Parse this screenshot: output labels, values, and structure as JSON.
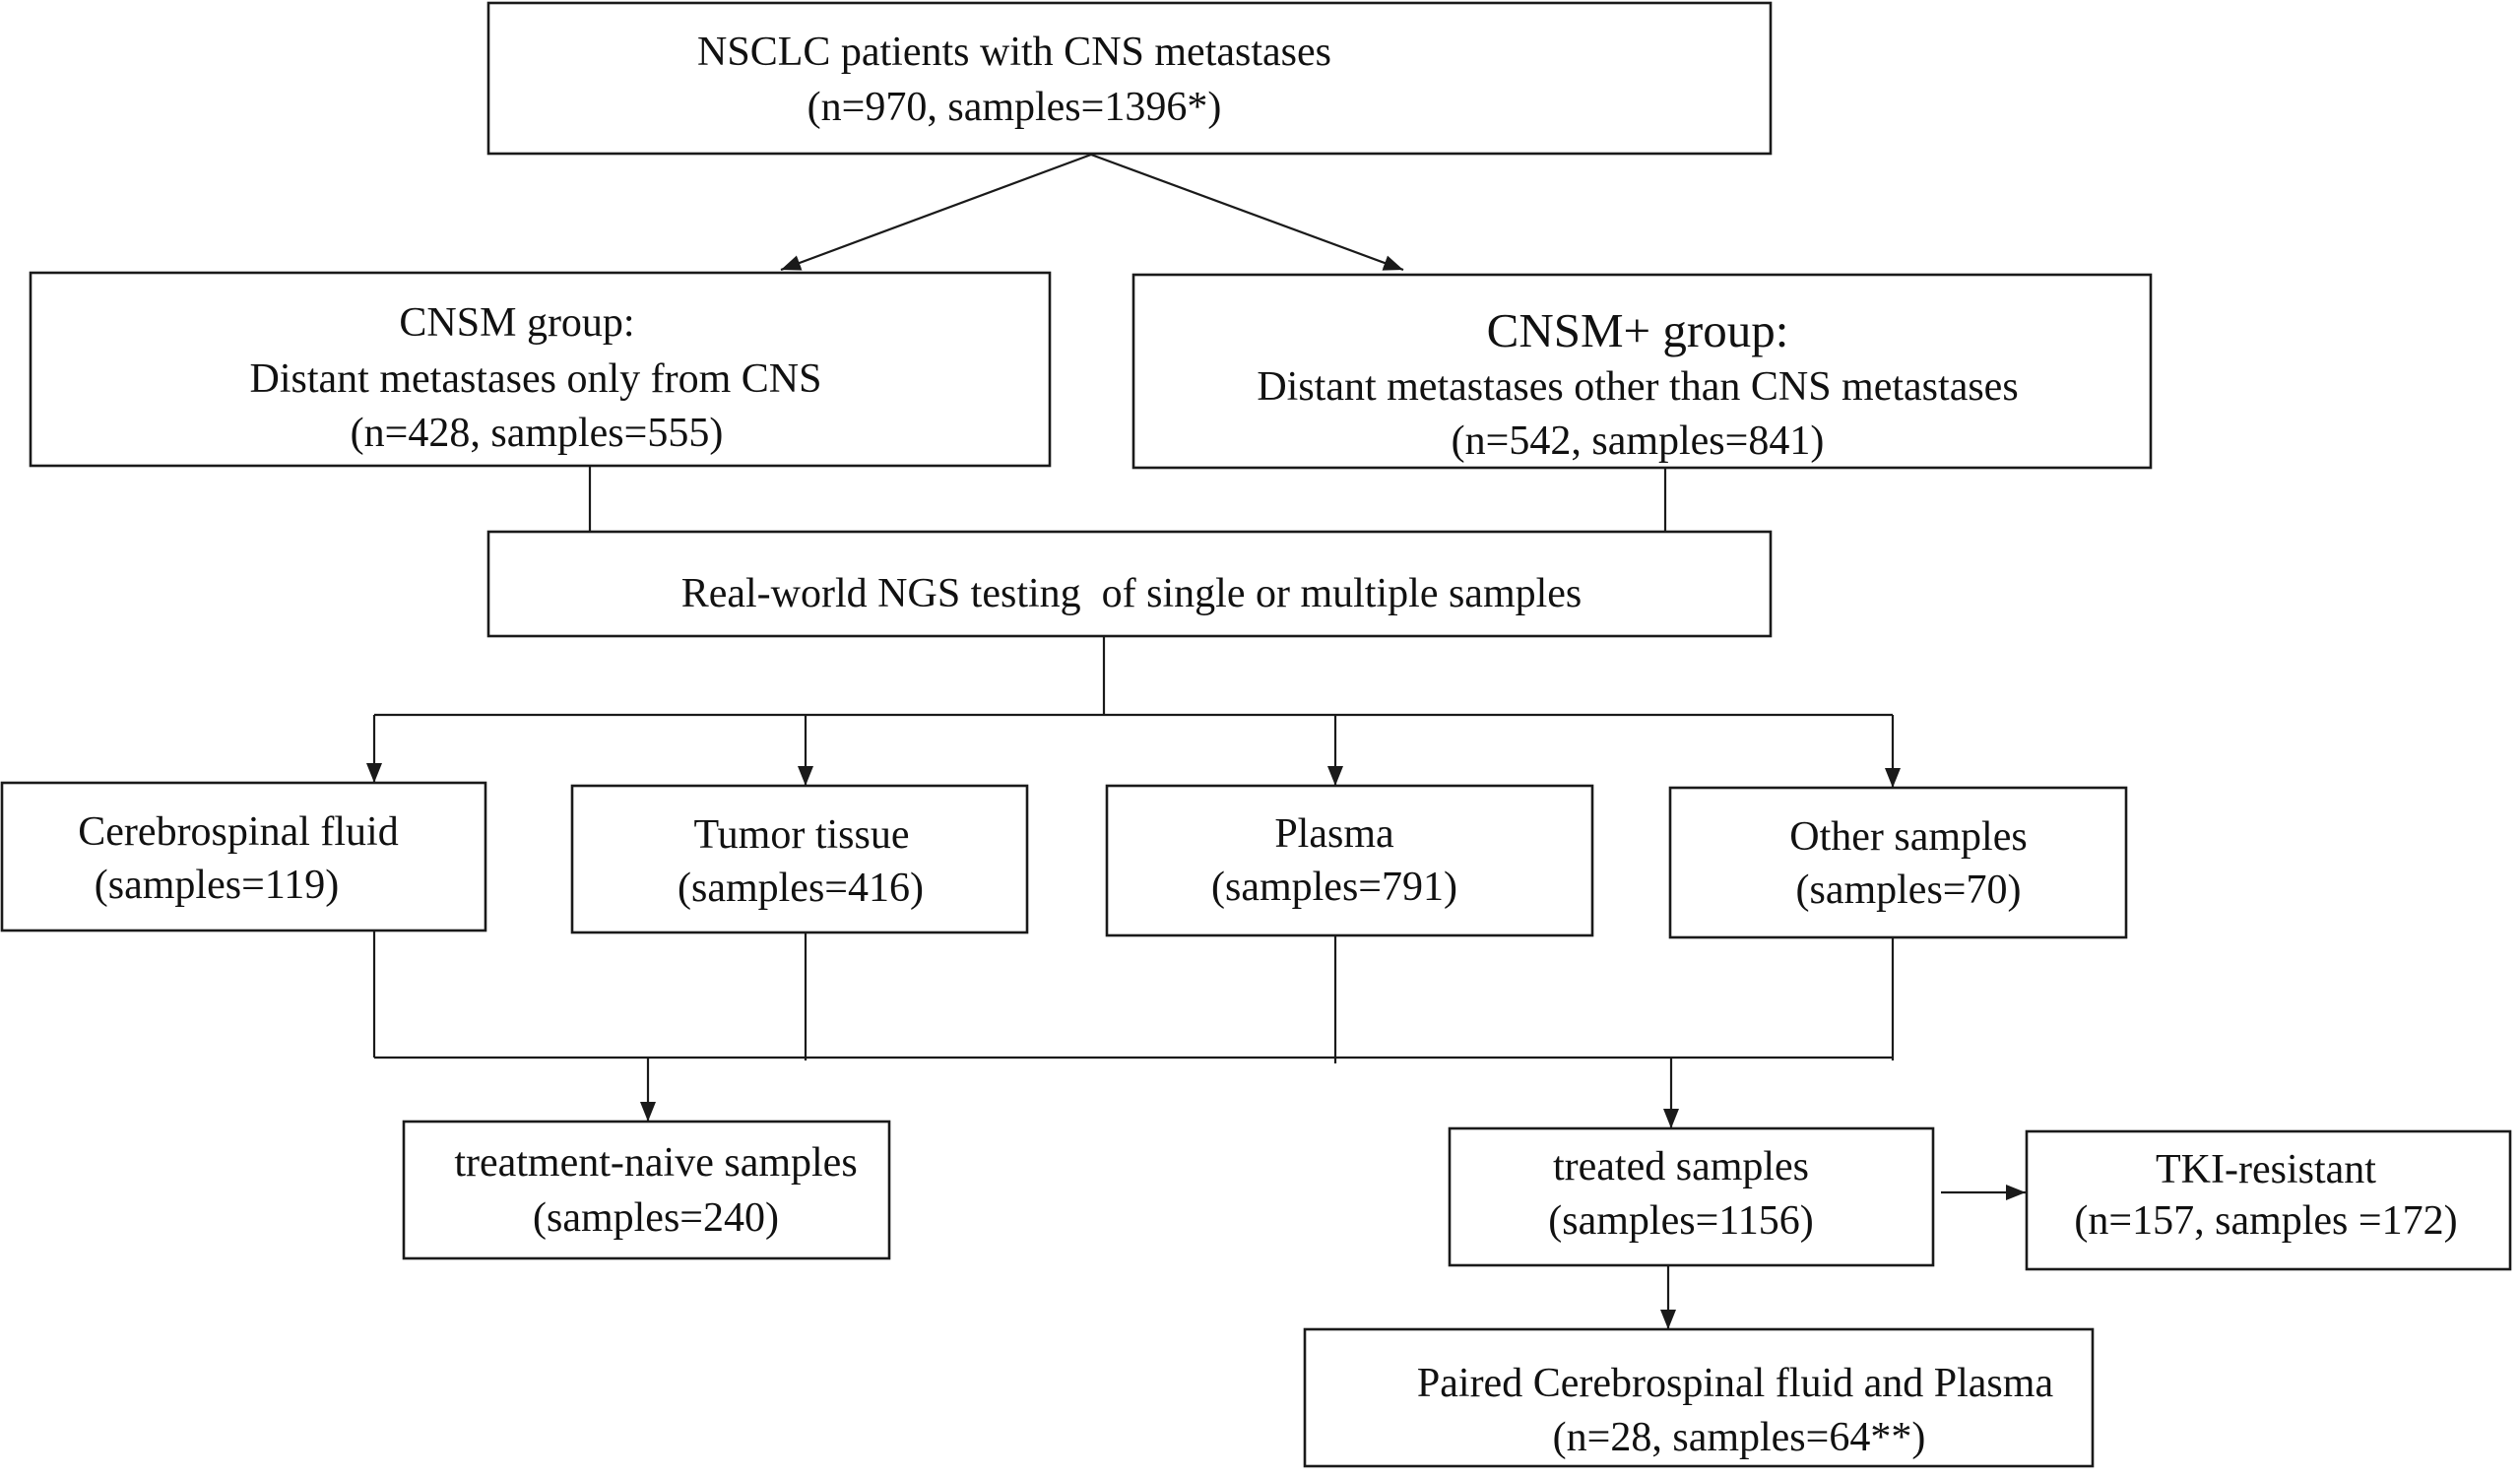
{
  "nodes": {
    "all_patients": {
      "title": "NSCLC patients with CNS metastases",
      "detail": "(n=970, samples=1396*)"
    },
    "cnsm_group": {
      "title": "CNSM group:",
      "description": "Distant metastases only from CNS",
      "detail": "(n=428, samples=555)"
    },
    "cnsm_plus_group": {
      "title": "CNSM+ group:",
      "description": "Distant metastases other than CNS metastases",
      "detail": "(n=542, samples=841)"
    },
    "ngs_testing": {
      "title": "Real-world NGS testing  of single or multiple samples"
    },
    "cerebrospinal_fluid": {
      "title": "Cerebrospinal fluid",
      "detail": "(samples=119)"
    },
    "tumor_tissue": {
      "title": "Tumor tissue",
      "detail": "(samples=416)"
    },
    "plasma": {
      "title": "Plasma",
      "detail": "(samples=791)"
    },
    "other_samples": {
      "title": "Other samples",
      "detail": "(samples=70)"
    },
    "treatment_naive": {
      "title": "treatment-naive samples",
      "detail": "(samples=240)"
    },
    "treated": {
      "title": "treated samples",
      "detail": "(samples=1156)"
    },
    "tki_resistant": {
      "title": "TKI-resistant",
      "detail": "(n=157, samples =172)"
    },
    "paired_csf_plasma": {
      "title": "Paired Cerebrospinal fluid and Plasma",
      "detail": "(n=28, samples=64**)"
    }
  },
  "edges": [
    {
      "from": "all_patients",
      "to": "cnsm_group"
    },
    {
      "from": "all_patients",
      "to": "cnsm_plus_group"
    },
    {
      "from": "cnsm_group",
      "to": "ngs_testing"
    },
    {
      "from": "cnsm_plus_group",
      "to": "ngs_testing"
    },
    {
      "from": "ngs_testing",
      "to": "cerebrospinal_fluid"
    },
    {
      "from": "ngs_testing",
      "to": "tumor_tissue"
    },
    {
      "from": "ngs_testing",
      "to": "plasma"
    },
    {
      "from": "ngs_testing",
      "to": "other_samples"
    },
    {
      "from": "sample_types",
      "to": "treatment_naive"
    },
    {
      "from": "sample_types",
      "to": "treated"
    },
    {
      "from": "treated",
      "to": "tki_resistant"
    },
    {
      "from": "treated",
      "to": "paired_csf_plasma"
    }
  ]
}
